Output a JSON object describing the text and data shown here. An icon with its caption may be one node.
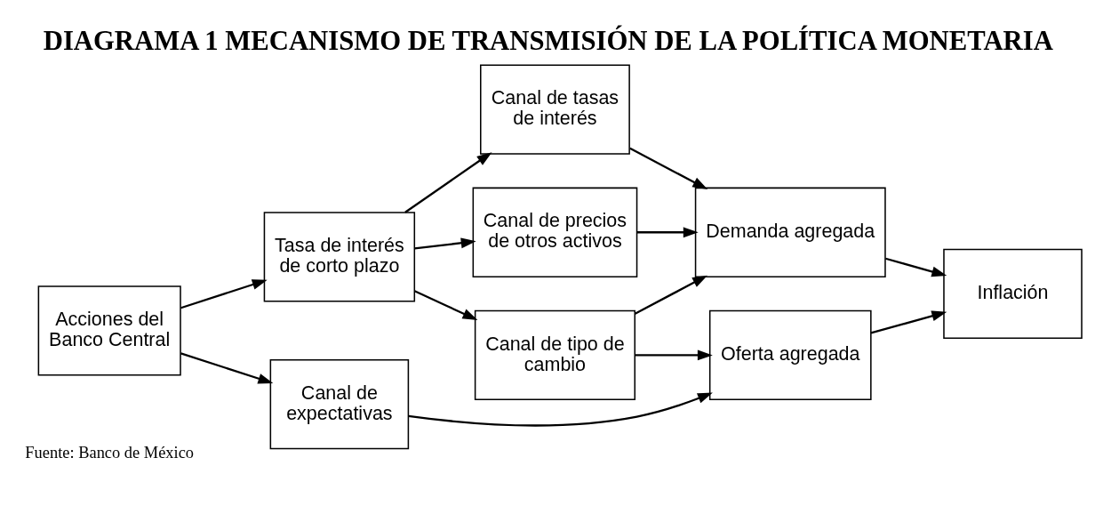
{
  "diagram": {
    "title": "DIAGRAMA 1 MECANISMO DE TRANSMISIÓN DE LA POLÍTICA MONETARIA",
    "caption": "Fuente: Banco de México",
    "nodes": [
      {
        "text": [
          "Acciones del Banco Central"
        ]
      },
      {
        "text": [
          "Tasa de interés de corto plazo"
        ]
      },
      {
        "text": [
          "Canal de tasas de interés"
        ]
      },
      {
        "text": [
          "Canal de precios de otros activos"
        ]
      },
      {
        "text": [
          "Canal de tipo de cambio"
        ]
      },
      {
        "text": [
          "Canal de expectativas"
        ]
      },
      {
        "text": [
          "Demanda agregada"
        ]
      },
      {
        "text": [
          "Oferta agregada"
        ]
      },
      {
        "text": [
          "Inflación"
        ]
      }
    ],
    "edges": [
      {
        "from": 0,
        "to": 1,
        "arrow": "to"
      },
      {
        "from": 1,
        "to": 2,
        "arrow": "to"
      },
      {
        "from": 1,
        "to": 3,
        "arrow": "to"
      },
      {
        "from": 1,
        "to": 4,
        "arrow": "to"
      },
      {
        "from": 0,
        "to": 5,
        "arrow": "to"
      },
      {
        "from": 2,
        "to": 6,
        "arrow": "to"
      },
      {
        "from": 3,
        "to": 6,
        "arrow": "to"
      },
      {
        "from": 4,
        "to": 6,
        "arrow": "to"
      },
      {
        "from": 4,
        "to": 7,
        "arrow": "to"
      },
      {
        "from": 5,
        "to": 7,
        "arrow": "to"
      },
      {
        "from": 6,
        "to": 8,
        "arrow": "to"
      },
      {
        "from": 7,
        "to": 8,
        "arrow": "to"
      }
    ]
  }
}
